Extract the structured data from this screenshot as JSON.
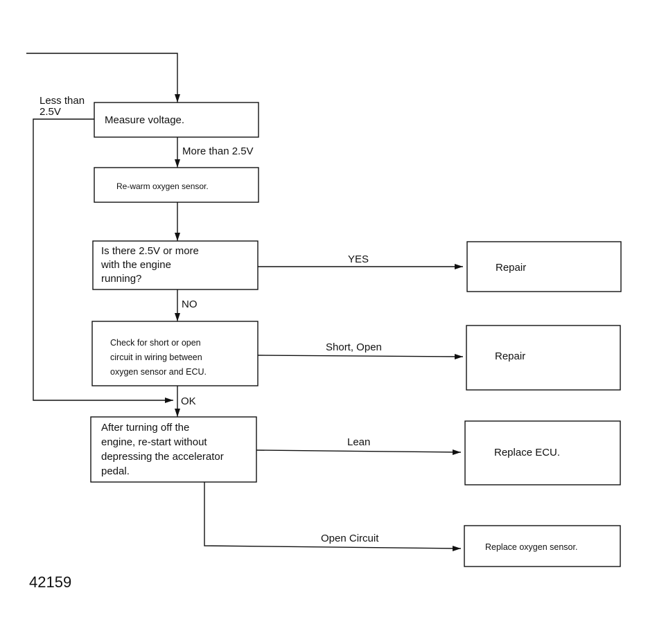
{
  "steps": {
    "measure": "Measure voltage.",
    "rewarm": "Re-warm oxygen sensor.",
    "check_running": [
      "Is there 2.5V or more",
      "with the engine",
      "running?"
    ],
    "check_wiring": [
      "Check for short or open",
      "circuit in wiring between",
      "oxygen sensor and ECU."
    ],
    "restart": [
      "After turning off the",
      "engine, re-start without",
      "depressing the accelerator",
      "pedal."
    ]
  },
  "outcomes": {
    "repair_1": "Repair",
    "repair_2": "Repair",
    "replace_ecu": "Replace ECU.",
    "replace_sensor": "Replace oxygen sensor."
  },
  "edge_labels": {
    "less_than": [
      "Less than",
      "2.5V"
    ],
    "more_than": "More than 2.5V",
    "yes": "YES",
    "no": "NO",
    "short_open": "Short, Open",
    "ok": "OK",
    "lean": "Lean",
    "open_circuit": "Open Circuit"
  },
  "figure_number": "42159"
}
